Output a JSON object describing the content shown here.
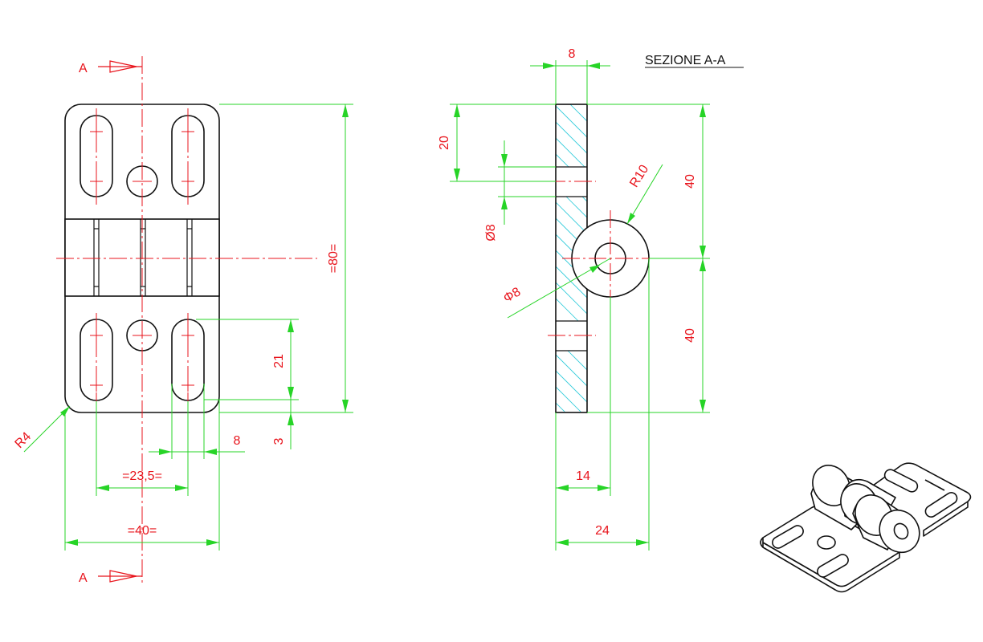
{
  "section_title": "SEZIONE A-A",
  "section_markers": {
    "top": "A",
    "bottom": "A"
  },
  "dimensions": {
    "total_height": "=80=",
    "width": "=40=",
    "slot_spacing": "=23,5=",
    "slot_width": "8",
    "slot_length": "21",
    "slot_offset": "3",
    "corner_radius": "R4",
    "plate_thickness": "8",
    "hole_offset": "20",
    "hole_diameter": "Ø8",
    "pin_diameter": "Φ8",
    "knuckle_radius": "R10",
    "upper_half": "40",
    "lower_half": "40",
    "axis_offset": "14",
    "knuckle_extent": "24"
  },
  "colors": {
    "object": "#111111",
    "dimension": "#27d427",
    "annotation": "#e8141c",
    "hatch": "#29c9d9"
  }
}
